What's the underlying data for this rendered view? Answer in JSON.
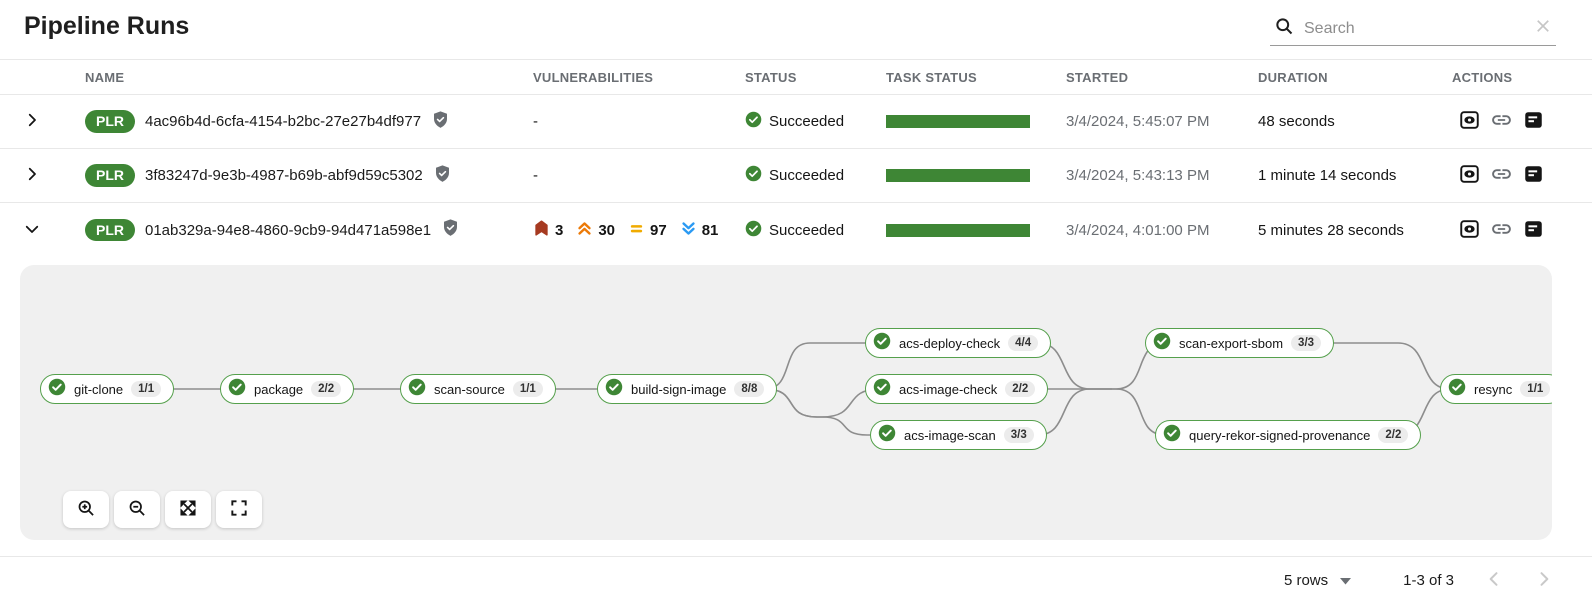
{
  "page": {
    "title": "Pipeline Runs"
  },
  "search": {
    "placeholder": "Search",
    "value": "",
    "icons": [
      "search-icon",
      "clear-icon"
    ]
  },
  "colors": {
    "accent_green": "#3E8635",
    "node_border_green": "#55a04c",
    "critical": "#A63A21",
    "high": "#EC7A08",
    "medium": "#F0AB00",
    "low": "#2B9AF3",
    "task_bar": "#3E8635"
  },
  "table": {
    "columns": [
      "NAME",
      "VULNERABILITIES",
      "STATUS",
      "TASK STATUS",
      "STARTED",
      "DURATION",
      "ACTIONS"
    ],
    "action_icons": [
      "output-icon",
      "link-icon",
      "logs-icon"
    ],
    "rows": [
      {
        "badge": "PLR",
        "name": "4ac96b4d-6cfa-4154-b2bc-27e27b4df977",
        "signed": "shield-check-icon",
        "vulnerabilities": "-",
        "status": "Succeeded",
        "task_progress": "100%",
        "started": "3/4/2024, 5:45:07 PM",
        "duration": "48 seconds",
        "expanded": false
      },
      {
        "badge": "PLR",
        "name": "3f83247d-9e3b-4987-b69b-abf9d59c5302",
        "signed": "shield-check-icon",
        "vulnerabilities": "-",
        "status": "Succeeded",
        "task_progress": "100%",
        "started": "3/4/2024, 5:43:13 PM",
        "duration": "1 minute 14 seconds",
        "expanded": false
      },
      {
        "badge": "PLR",
        "name": "01ab329a-94e8-4860-9cb9-94d471a598e1",
        "signed": "shield-check-icon",
        "vulnerabilities": {
          "critical": "3",
          "high": "30",
          "medium": "97",
          "low": "81"
        },
        "status": "Succeeded",
        "task_progress": "100%",
        "started": "3/4/2024, 4:01:00 PM",
        "duration": "5 minutes 28 seconds",
        "expanded": true
      }
    ]
  },
  "graph": {
    "nodes": [
      {
        "label": "git-clone",
        "badge": "1/1",
        "status": "succeeded"
      },
      {
        "label": "package",
        "badge": "2/2",
        "status": "succeeded"
      },
      {
        "label": "scan-source",
        "badge": "1/1",
        "status": "succeeded"
      },
      {
        "label": "build-sign-image",
        "badge": "8/8",
        "status": "succeeded"
      },
      {
        "label": "acs-deploy-check",
        "badge": "4/4",
        "status": "succeeded"
      },
      {
        "label": "acs-image-check",
        "badge": "2/2",
        "status": "succeeded"
      },
      {
        "label": "acs-image-scan",
        "badge": "3/3",
        "status": "succeeded"
      },
      {
        "label": "scan-export-sbom",
        "badge": "3/3",
        "status": "succeeded"
      },
      {
        "label": "query-rekor-signed-provenance",
        "badge": "2/2",
        "status": "succeeded"
      },
      {
        "label": "resync",
        "badge": "1/1",
        "status": "succeeded"
      }
    ],
    "toolbar_icons": [
      "zoom-in-icon",
      "zoom-out-icon",
      "fit-to-screen-icon",
      "fullscreen-icon"
    ]
  },
  "footer": {
    "rows_per_page": "5 rows",
    "range": "1-3 of 3",
    "pager_icons": [
      "previous-page-icon",
      "next-page-icon"
    ]
  }
}
